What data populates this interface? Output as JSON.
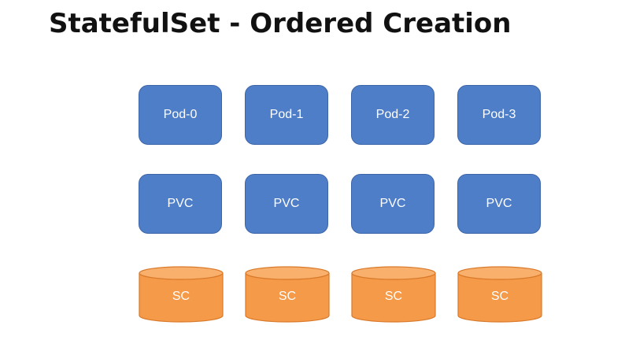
{
  "title": "StatefulSet - Ordered Creation",
  "pods": [
    "Pod-0",
    "Pod-1",
    "Pod-2",
    "Pod-3"
  ],
  "pvcs": [
    "PVC",
    "PVC",
    "PVC",
    "PVC"
  ],
  "storage_classes": [
    "SC",
    "SC",
    "SC",
    "SC"
  ],
  "colors": {
    "box_fill": "#4f7ec9",
    "box_border": "#3d66a8",
    "cylinder_fill": "#f59a48",
    "cylinder_top": "#f8b06c",
    "cylinder_border": "#d9792a",
    "title_text": "#111111"
  }
}
